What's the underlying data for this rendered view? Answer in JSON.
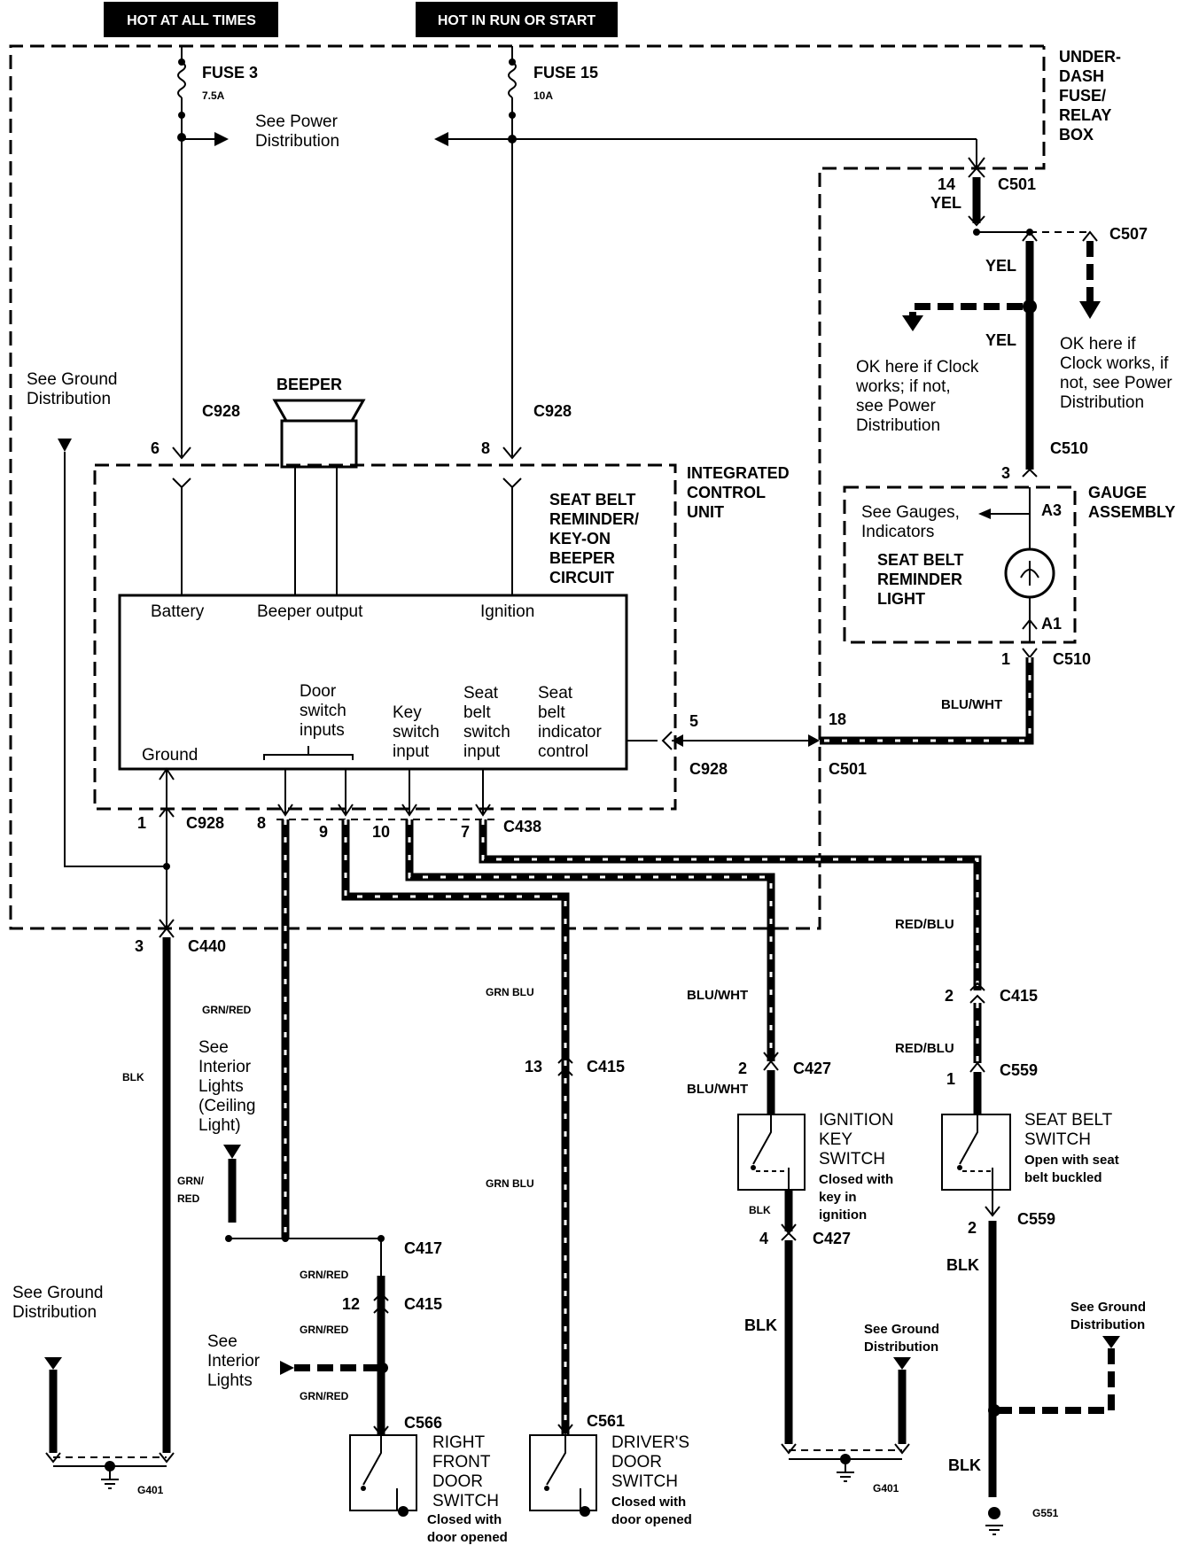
{
  "headers": {
    "hot_at_all_times": "HOT AT ALL TIMES",
    "hot_in_run": "HOT IN RUN OR START"
  },
  "fuses": {
    "fuse3_name": "FUSE 3",
    "fuse3_rating": "7.5A",
    "fuse15_name": "FUSE 15",
    "fuse15_rating": "10A",
    "power_dist_l1": "See Power",
    "power_dist_l2": "Distribution",
    "fusebox_l1": "UNDER-",
    "fusebox_l2": "DASH",
    "fusebox_l3": "FUSE/",
    "fusebox_l4": "RELAY",
    "fusebox_l5": "BOX"
  },
  "beeper": {
    "title": "BEEPER",
    "c928_left": "C928",
    "c928_right": "C928",
    "pin6": "6",
    "pin8": "8"
  },
  "icu": {
    "title_l1": "INTEGRATED",
    "title_l2": "CONTROL",
    "title_l3": "UNIT",
    "circuit_l1": "SEAT BELT",
    "circuit_l2": "REMINDER/",
    "circuit_l3": "KEY-ON",
    "circuit_l4": "BEEPER",
    "circuit_l5": "CIRCUIT",
    "battery": "Battery",
    "beeper_output": "Beeper output",
    "ignition": "Ignition",
    "ground": "Ground",
    "door_l1": "Door",
    "door_l2": "switch",
    "door_l3": "inputs",
    "key_l1": "Key",
    "key_l2": "switch",
    "key_l3": "input",
    "sbs_l1": "Seat",
    "sbs_l2": "belt",
    "sbs_l3": "switch",
    "sbs_l4": "input",
    "sbi_l1": "Seat",
    "sbi_l2": "belt",
    "sbi_l3": "indicator",
    "sbi_l4": "control",
    "pin5": "5",
    "c928_mid": "C928",
    "c501_bottom": "C501",
    "pin18": "18",
    "pin1": "1",
    "c928_bottom": "C928",
    "pin8b": "8",
    "pin9": "9",
    "pin10": "10",
    "pin7": "7",
    "c438": "C438"
  },
  "ground_dist": {
    "l1": "See Ground",
    "l2": "Distribution"
  },
  "yellow": {
    "pin14": "14",
    "yel1": "YEL",
    "c501": "C501",
    "c507": "C507",
    "yel2": "YEL",
    "yel3": "YEL",
    "ok_left_l1": "OK here if Clock",
    "ok_left_l2": "works; if not,",
    "ok_left_l3": "see Power",
    "ok_left_l4": "Distribution",
    "ok_right_l1": "OK here if",
    "ok_right_l2": "Clock works, if",
    "ok_right_l3": "not, see Power",
    "ok_right_l4": "Distribution",
    "c510_top": "C510",
    "pin3": "3"
  },
  "gauge": {
    "title_l1": "GAUGE",
    "title_l2": "ASSEMBLY",
    "see_l1": "See Gauges,",
    "see_l2": "Indicators",
    "a3": "A3",
    "a1": "A1",
    "light_l1": "SEAT BELT",
    "light_l2": "REMINDER",
    "light_l3": "LIGHT",
    "pin1": "1",
    "c510_bottom": "C510",
    "blu_wht": "BLU/WHT"
  },
  "lower": {
    "pin3": "3",
    "c440": "C440",
    "blk": "BLK",
    "grn_red": "GRN/RED",
    "see_int_l1": "See",
    "see_int_l2": "Interior",
    "see_int_l3": "Lights",
    "see_int_l4": "(Ceiling",
    "see_int_l5": "Light)",
    "grn_a": "GRN/",
    "red_a": "RED",
    "c417": "C417",
    "grn_red2": "GRN/RED",
    "pin12": "12",
    "c415a": "C415",
    "grn_red3": "GRN/RED",
    "see_int2_l1": "See",
    "see_int2_l2": "Interior",
    "see_int2_l3": "Lights",
    "grn_red4": "GRN/RED",
    "c566": "C566",
    "rfd_l1": "RIGHT",
    "rfd_l2": "FRONT",
    "rfd_l3": "DOOR",
    "rfd_l4": "SWITCH",
    "rfd_l5": "Closed with",
    "rfd_l6": "door opened",
    "grn_blu1": "GRN BLU",
    "pin13": "13",
    "c415b": "C415",
    "grn_blu2": "GRN BLU",
    "c561": "C561",
    "dd_l1": "DRIVER'S",
    "dd_l2": "DOOR",
    "dd_l3": "SWITCH",
    "dd_l4": "Closed with",
    "dd_l5": "door opened",
    "gd_left_l1": "See Ground",
    "gd_left_l2": "Distribution",
    "g401_left": "G401",
    "blu_wht1": "BLU/WHT",
    "pin2a": "2",
    "c427a": "C427",
    "blu_wht2": "BLU/WHT",
    "ign_l1": "IGNITION",
    "ign_l2": "KEY",
    "ign_l3": "SWITCH",
    "ign_l4": "Closed with",
    "ign_l5": "key in",
    "ign_l6": "ignition",
    "blk2": "BLK",
    "pin4": "4",
    "c427b": "C427",
    "blk3": "BLK",
    "gd_mid_l1": "See Ground",
    "gd_mid_l2": "Distribution",
    "g401_mid": "G401",
    "red_blu1": "RED/BLU",
    "pin2b": "2",
    "c415c": "C415",
    "red_blu2": "RED/BLU",
    "pin1b": "1",
    "c559a": "C559",
    "sbs_l1": "SEAT BELT",
    "sbs_l2": "SWITCH",
    "sbs_l3": "Open with seat",
    "sbs_l4": "belt buckled",
    "pin2c": "2",
    "c559b": "C559",
    "blk4": "BLK",
    "gd_right_l1": "See Ground",
    "gd_right_l2": "Distribution",
    "blk5": "BLK",
    "g551": "G551"
  }
}
